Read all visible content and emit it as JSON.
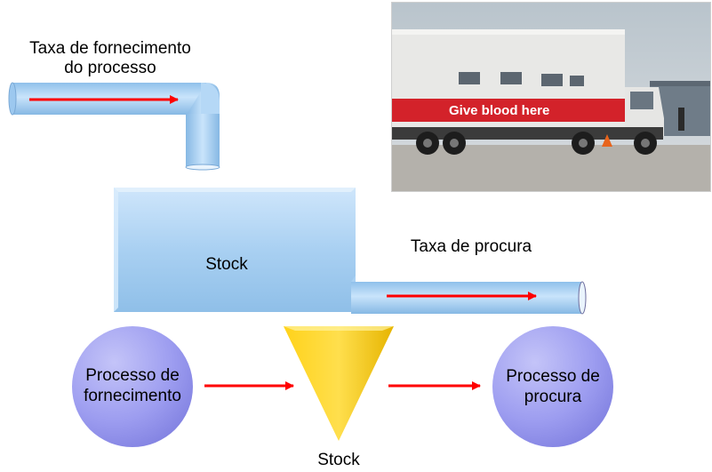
{
  "labels": {
    "supply_rate_line1": "Taxa de fornecimento",
    "supply_rate_line2": "do processo",
    "tank_stock": "Stock",
    "demand_rate": "Taxa de procura",
    "supply_process_line1": "Processo de",
    "supply_process_line2": "fornecimento",
    "demand_process_line1": "Processo de",
    "demand_process_line2": "procura",
    "triangle_stock": "Stock"
  },
  "photo": {
    "banner_text": "Give blood here"
  },
  "colors": {
    "pipe_blue": "#a9d0f2",
    "arrow_red": "#ff0000",
    "circle_purple": "#9a9af0",
    "triangle_yellow": "#ffcc00",
    "banner_red": "#d3222a"
  }
}
